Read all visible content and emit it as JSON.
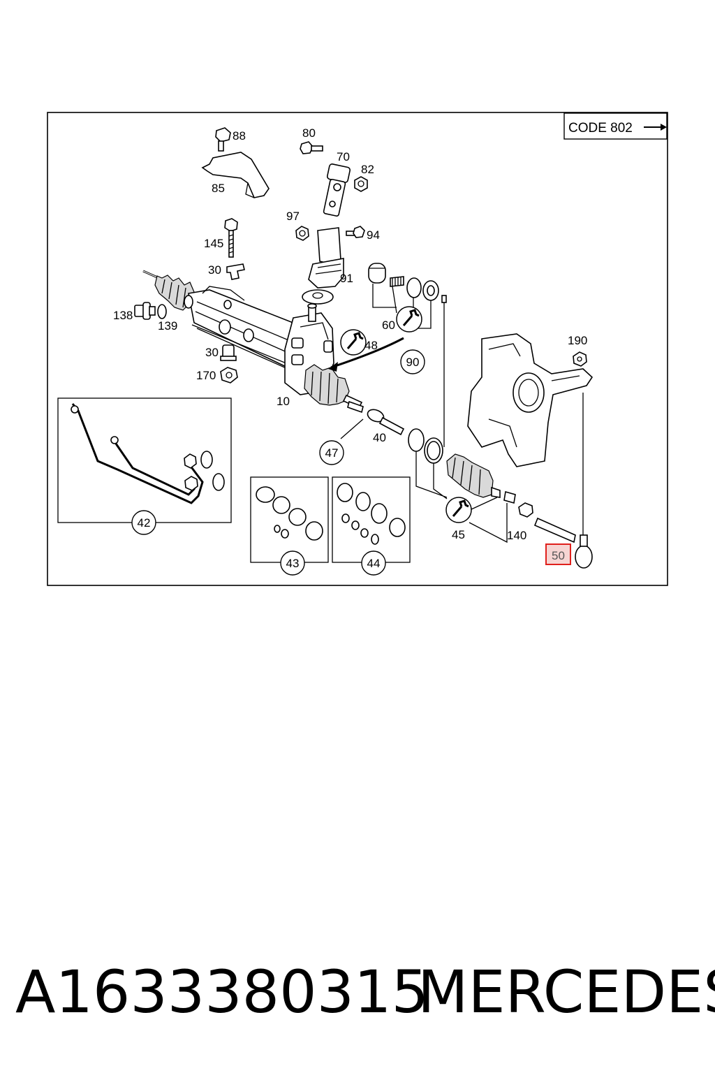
{
  "diagram": {
    "code_label": "CODE 802",
    "labels": {
      "p88": "88",
      "p80": "80",
      "p70": "70",
      "p82": "82",
      "p85": "85",
      "p97": "97",
      "p94": "94",
      "p145": "145",
      "p30a": "30",
      "p91": "91",
      "p138": "138",
      "p139": "139",
      "p60": "60",
      "p48": "48",
      "p30b": "30",
      "p170": "170",
      "p10": "10",
      "p90": "90",
      "p190": "190",
      "p40": "40",
      "p47": "47",
      "p42": "42",
      "p43": "43",
      "p44": "44",
      "p45": "45",
      "p140": "140",
      "p50": "50"
    },
    "highlight_color": "#e0201c"
  },
  "footer": {
    "part_number": "A1633380315",
    "brand": "MERCEDES"
  }
}
